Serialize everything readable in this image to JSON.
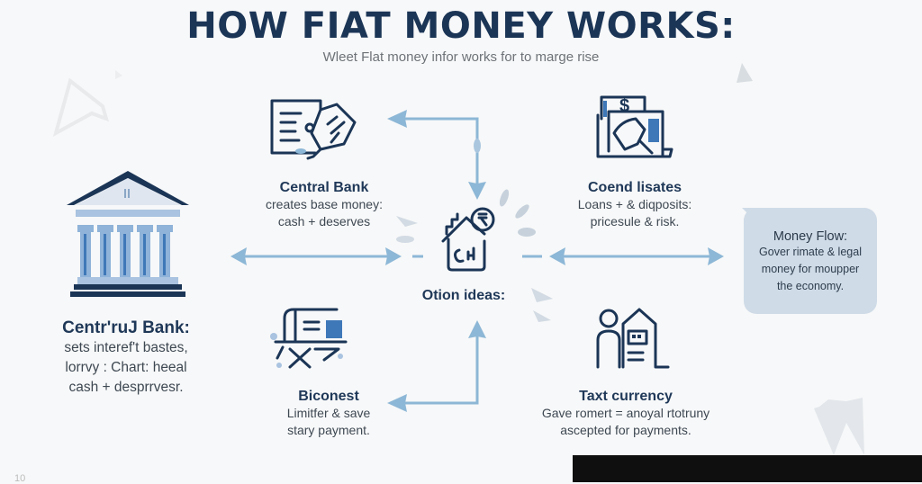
{
  "header": {
    "title": "HOW FIAT MONEY WORKS:",
    "subtitle": "Wleet Flat money infor works for to marge rise"
  },
  "left_node": {
    "icon": "bank-building-icon",
    "title": "Centr'ruJ Bank:",
    "lines": [
      "sets interef't bastes,",
      "lorrvy : Chart: heeal",
      "cash + desprrvesr."
    ]
  },
  "nodes": {
    "top_left": {
      "icon": "document-money-icon",
      "title": "Central Bank",
      "lines": [
        "creates base money:",
        "cash + deserves"
      ]
    },
    "top_right": {
      "icon": "bank-handshake-icon",
      "title": "Coend lisates",
      "lines": [
        "Loans + & diqposits:",
        "pricesule & risk."
      ]
    },
    "center": {
      "icon": "house-rupee-icon",
      "title": "Otion ideas:"
    },
    "bottom_left": {
      "icon": "printing-press-icon",
      "title": "Biconest",
      "lines": [
        "Limitfer & save",
        "stary payment."
      ]
    },
    "bottom_right": {
      "icon": "person-building-icon",
      "title": "Taxt currency",
      "lines": [
        "Gave romert = anoyal rtotruny",
        "ascepted for payments."
      ]
    }
  },
  "callout": {
    "title": "Money Flow:",
    "lines": [
      "Gover rimate & legal",
      "money for moupper",
      "the economy."
    ]
  },
  "footer": {
    "page_number": "10"
  },
  "colors": {
    "navy": "#1b3556",
    "arrow": "#8db7d6",
    "icon_fill": "#3f78b8",
    "bubble": "#cfdbe7",
    "background": "#f7f8f9"
  }
}
